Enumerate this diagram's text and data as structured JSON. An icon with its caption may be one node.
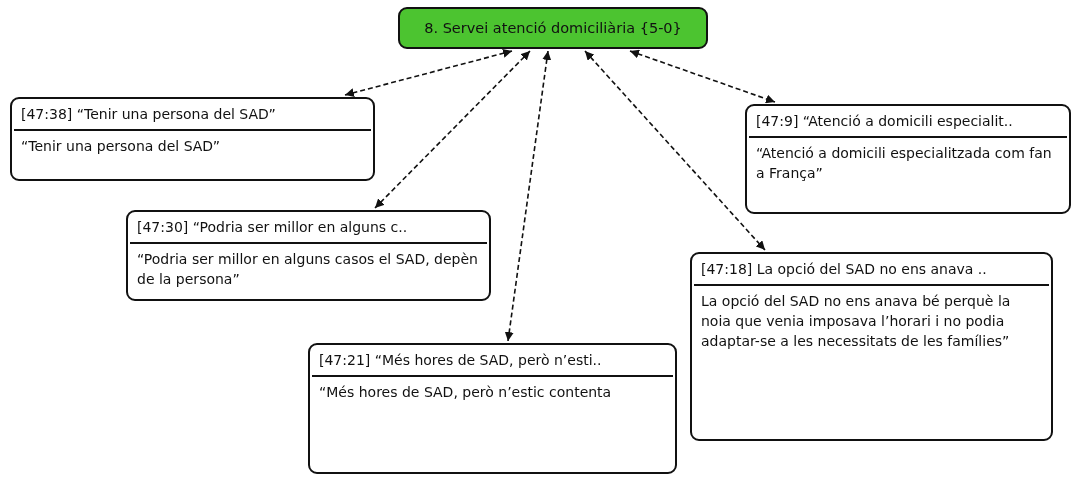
{
  "diagram": {
    "nodes": [
      {
        "text": [
          "8. Servei atenció domiciliària {5-0}"
        ]
      },
      {
        "text": [
          "[47:38] “Tenir una persona del SAD”",
          "“Tenir una persona del SAD”"
        ]
      },
      {
        "text": [
          "[47:9] “Atenció a domicili especialit..",
          "“Atenció a domicili especialitzada com fan a França”"
        ]
      },
      {
        "text": [
          "[47:30] “Podria ser millor en alguns c..",
          "“Podria ser millor en alguns casos el SAD, depèn de la persona”"
        ]
      },
      {
        "text": [
          "[47:18] La opció del SAD no ens anava ..",
          "La opció del SAD no ens anava bé perquè la noia que venia imposava l’horari i no podia adaptar-se a les necessitats de les famílies”"
        ]
      },
      {
        "text": [
          "[47:21] “Més hores de SAD, però n’esti..",
          "“Més hores de SAD, però n’estic contenta"
        ]
      }
    ],
    "edges": [
      {
        "from": 0,
        "to": 1,
        "arrow": "both",
        "style": "dashed"
      },
      {
        "from": 0,
        "to": 2,
        "arrow": "both",
        "style": "dashed"
      },
      {
        "from": 0,
        "to": 3,
        "arrow": "both",
        "style": "dashed"
      },
      {
        "from": 0,
        "to": 4,
        "arrow": "both",
        "style": "dashed"
      },
      {
        "from": 0,
        "to": 5,
        "arrow": "both",
        "style": "dashed"
      }
    ]
  }
}
